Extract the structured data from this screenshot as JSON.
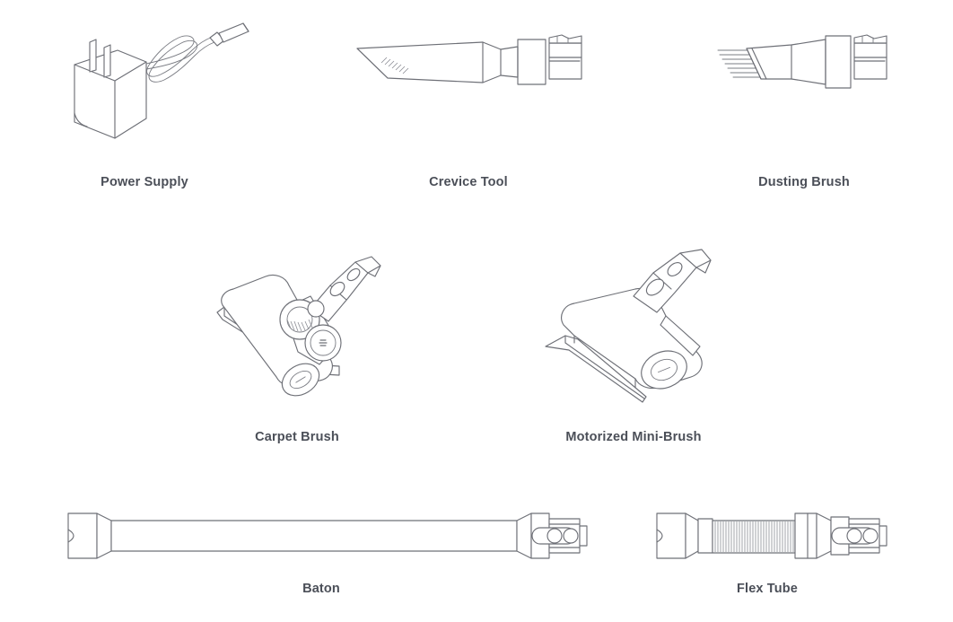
{
  "page": {
    "background_color": "#ffffff",
    "line_color": "#6e7077",
    "label_color": "#4b4f58"
  },
  "items": [
    {
      "id": "power-supply",
      "label": "Power Supply",
      "icon_name": "power-supply-illustration",
      "row": 1,
      "column": 1
    },
    {
      "id": "crevice-tool",
      "label": "Crevice Tool",
      "icon_name": "crevice-tool-illustration",
      "row": 1,
      "column": 2
    },
    {
      "id": "dusting-brush",
      "label": "Dusting Brush",
      "icon_name": "dusting-brush-illustration",
      "row": 1,
      "column": 3
    },
    {
      "id": "carpet-brush",
      "label": "Carpet Brush",
      "icon_name": "carpet-brush-illustration",
      "row": 2,
      "column": 1
    },
    {
      "id": "motorized-mini-brush",
      "label": "Motorized Mini-Brush",
      "icon_name": "motorized-mini-brush-illustration",
      "row": 2,
      "column": 2
    },
    {
      "id": "baton",
      "label": "Baton",
      "icon_name": "baton-illustration",
      "row": 3,
      "column": 1
    },
    {
      "id": "flex-tube",
      "label": "Flex Tube",
      "icon_name": "flex-tube-illustration",
      "row": 3,
      "column": 2
    }
  ]
}
